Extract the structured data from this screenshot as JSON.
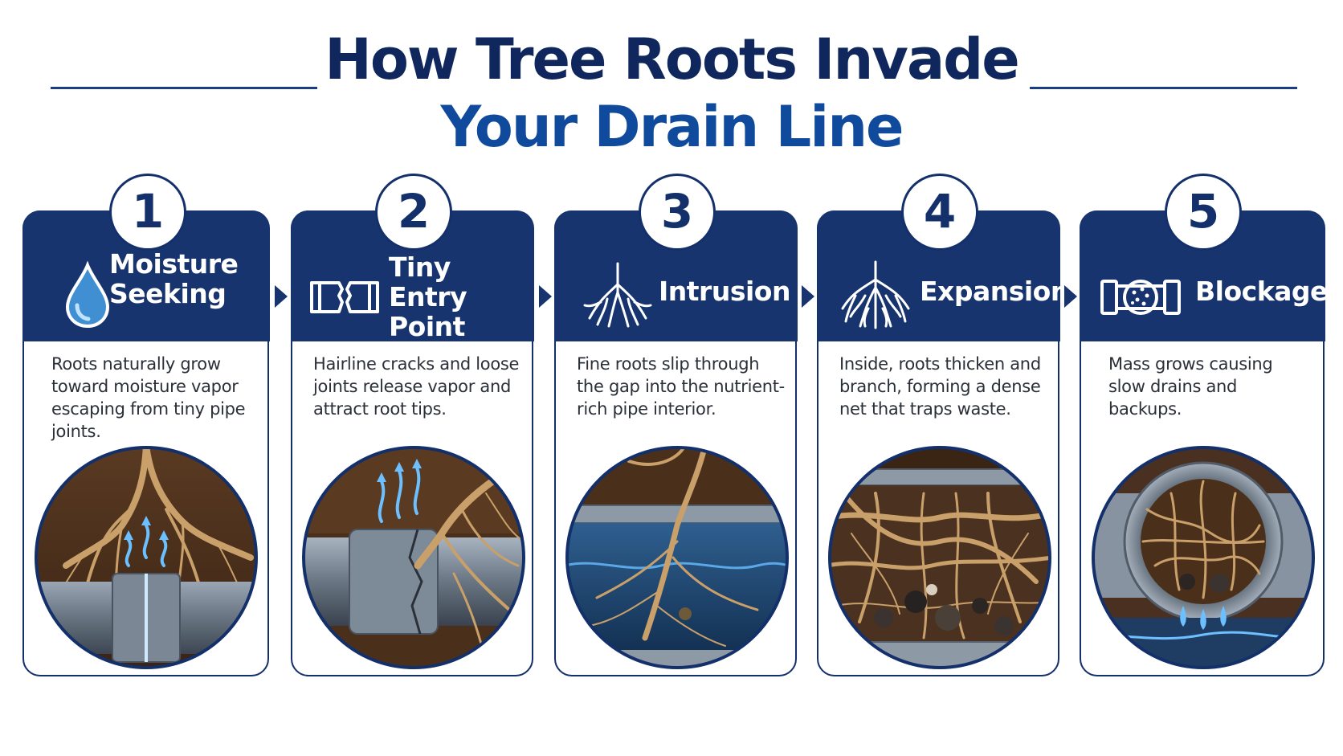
{
  "title": {
    "line1": "How Tree Roots Invade",
    "line2": "Your Drain Line"
  },
  "colors": {
    "navy": "#17346e",
    "title_dark": "#10275e",
    "title_blue": "#0f4a9c",
    "water_blue": "#4aa3e0"
  },
  "steps": [
    {
      "number": "1",
      "label": "Moisture\nSeeking",
      "icon": "water-drop-icon",
      "description": "Roots naturally grow toward moisture vapor escaping from tiny pipe joints."
    },
    {
      "number": "2",
      "label": "Tiny Entry\nPoint",
      "icon": "cracked-pipe-joint-icon",
      "description": "Hairline cracks and loose joints release vapor and attract root tips."
    },
    {
      "number": "3",
      "label": "Intrusion",
      "icon": "root-icon",
      "description": "Fine roots slip through the gap into the nutrient-rich pipe interior."
    },
    {
      "number": "4",
      "label": "Expansion",
      "icon": "branching-roots-icon",
      "description": "Inside, roots thicken and branch, forming a dense net that traps waste."
    },
    {
      "number": "5",
      "label": "Blockage",
      "icon": "clogged-pipe-icon",
      "description": "Mass grows causing slow drains and backups."
    }
  ]
}
